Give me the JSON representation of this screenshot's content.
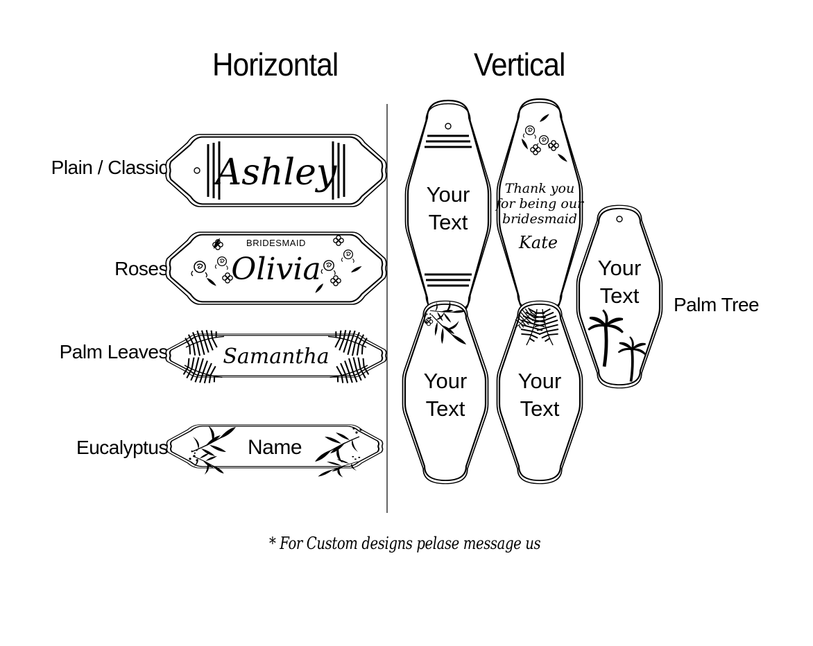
{
  "headings": {
    "horizontal": "Horizontal",
    "vertical": "Vertical"
  },
  "horizontal_styles": [
    {
      "label": "Plain / Classic",
      "text": "Ashley"
    },
    {
      "label": "Roses",
      "small_text": "BRIDESMAID",
      "text": "Olivia"
    },
    {
      "label": "Palm Leaves",
      "text": "Samantha"
    },
    {
      "label": "Eucalyptus",
      "text": "Name"
    }
  ],
  "vertical_styles": {
    "classic": {
      "line1": "Your",
      "line2": "Text"
    },
    "roses": {
      "line1": "Thank you",
      "line2": "for being our",
      "line3": "bridesmaid",
      "name": "Kate"
    },
    "palm_leaves": {
      "line1": "Your",
      "line2": "Text"
    },
    "eucalyptus": {
      "line1": "Your",
      "line2": "Text"
    },
    "palm_tree": {
      "label": "Palm Tree",
      "line1": "Your",
      "line2": "Text"
    }
  },
  "footnote": "* For Custom designs pelase message us",
  "colors": {
    "ink": "#000000",
    "background": "#ffffff"
  }
}
